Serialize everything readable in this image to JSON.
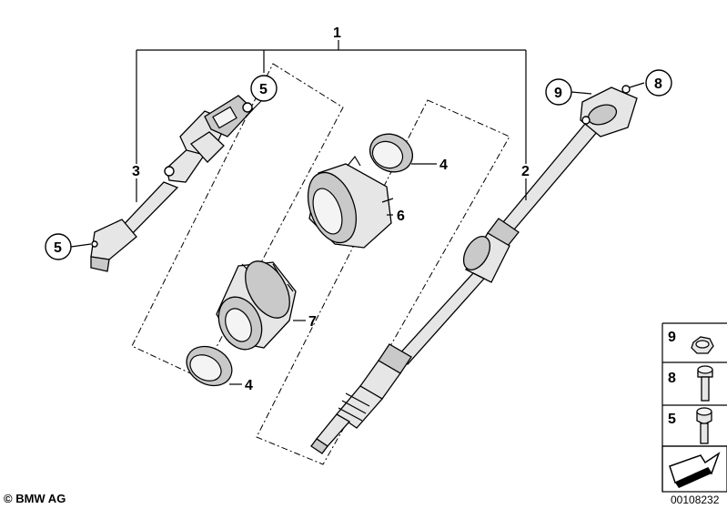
{
  "diagram": {
    "callouts": {
      "c1": "1",
      "c2": "2",
      "c3": "3",
      "c4a": "4",
      "c4b": "4",
      "c5a": "5",
      "c5b": "5",
      "c6": "6",
      "c7": "7",
      "c8": "8",
      "c9": "9"
    },
    "legend": {
      "items": [
        "9",
        "8",
        "5"
      ]
    },
    "footer": {
      "copyright": "© BMW AG",
      "diagram_number": "00108232"
    }
  }
}
